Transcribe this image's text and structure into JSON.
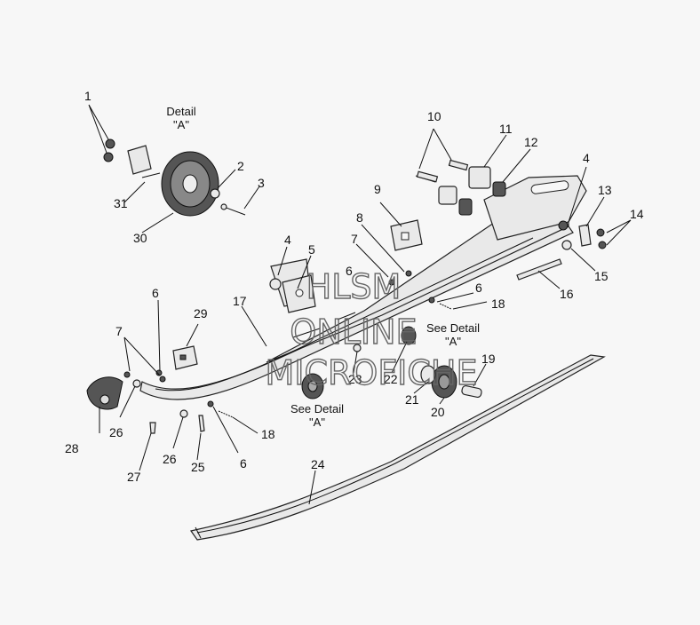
{
  "detail_labels": {
    "top": [
      "Detail",
      "\"A\""
    ],
    "center": [
      "See Detail",
      "\"A\""
    ],
    "right": [
      "See Detail",
      "\"A\""
    ]
  },
  "watermark": [
    "HLSM",
    "ONLINE",
    "MICROFICHE"
  ],
  "callouts": {
    "n1": "1",
    "n2": "2",
    "n3": "3",
    "n4a": "4",
    "n4b": "4",
    "n5": "5",
    "n6a": "6",
    "n6b": "6",
    "n6c": "6",
    "n6d": "6",
    "n7a": "7",
    "n7b": "7",
    "n8": "8",
    "n9": "9",
    "n10": "10",
    "n11": "11",
    "n12": "12",
    "n13": "13",
    "n14": "14",
    "n15": "15",
    "n16": "16",
    "n17": "17",
    "n18a": "18",
    "n18b": "18",
    "n19": "19",
    "n20": "20",
    "n21": "21",
    "n22": "22",
    "n23": "23",
    "n24": "24",
    "n25": "25",
    "n26a": "26",
    "n26b": "26",
    "n27": "27",
    "n28": "28",
    "n29": "29",
    "n30": "30",
    "n31": "31"
  }
}
